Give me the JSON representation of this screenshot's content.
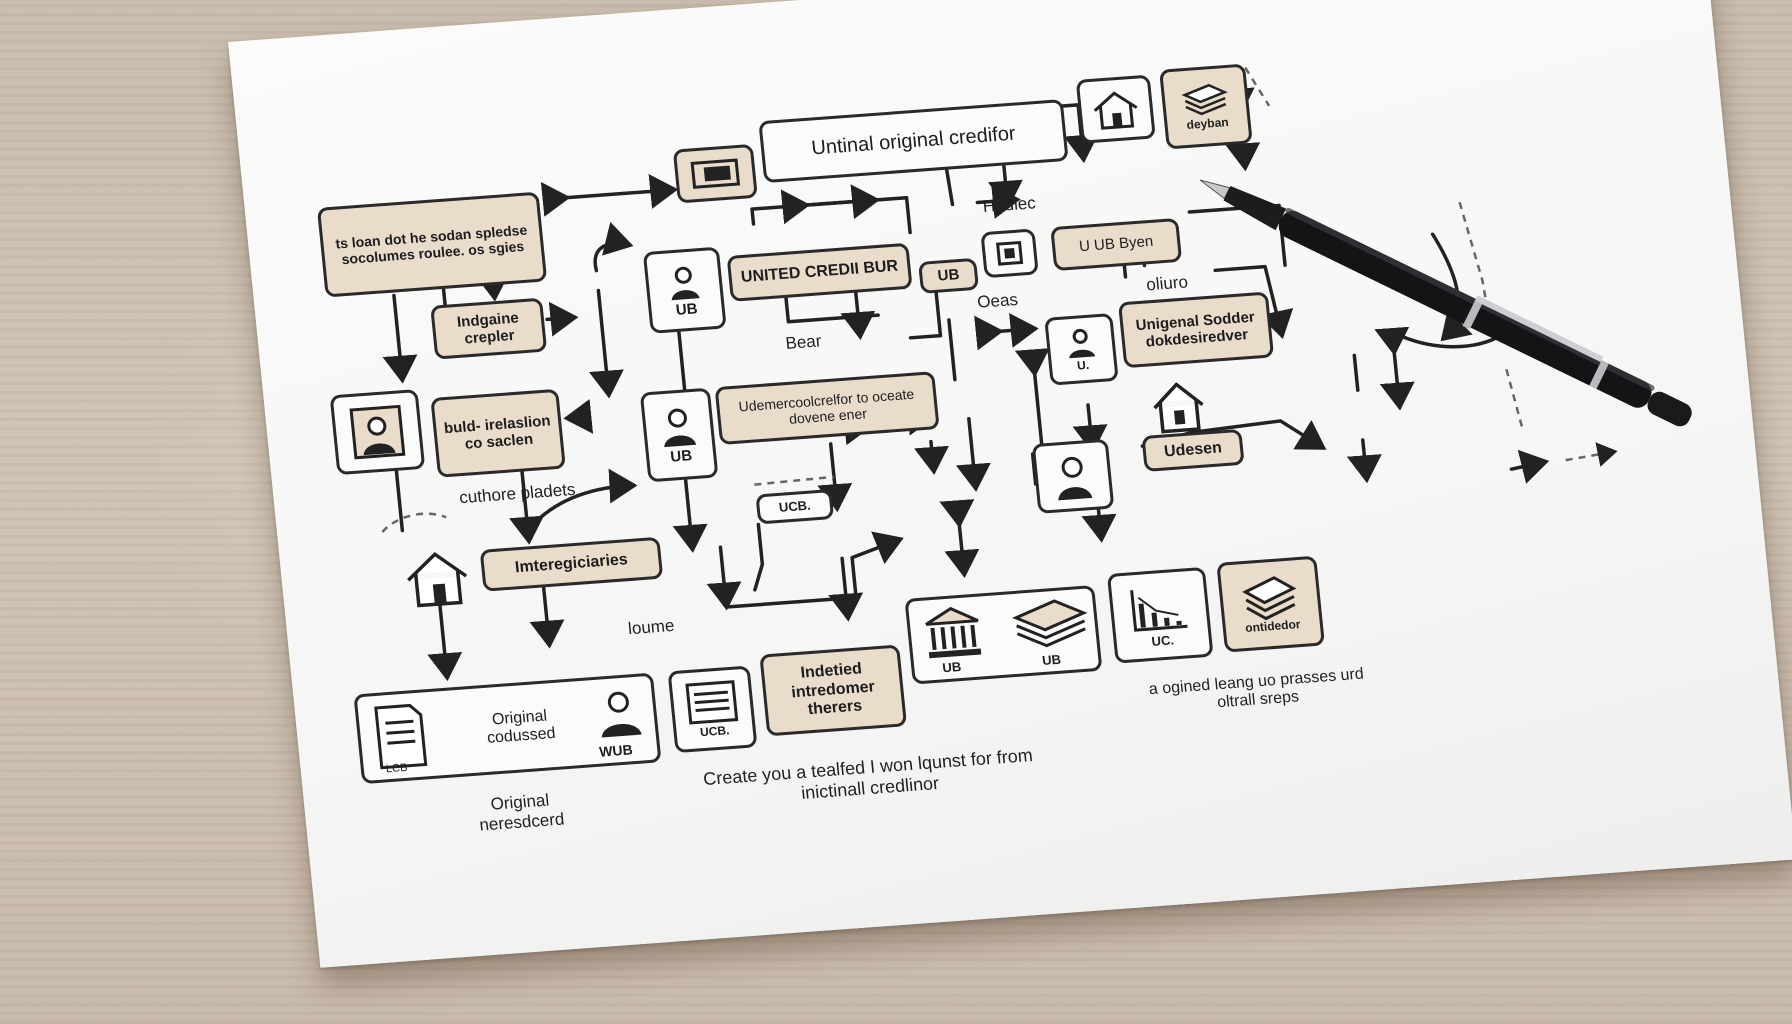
{
  "diagram": {
    "nodes": {
      "top_title": "Untinal original credifor",
      "left_note": "ts loan dot he sodan spledse socolumes roulee. os sgies",
      "indgaine": "Indgaine crepler",
      "buld_relation": "buld- irelaslion co saclen",
      "intermediaries": "Imteregiciaries",
      "united_credit": "UNITED CREDII BUR",
      "ub_byen": "U UB Byen",
      "center_note": "Udemercoolcrelfor to oceate dovene ener",
      "unigenal": "Unigenal Sodder dokdesiredver",
      "udesen": "Udesen",
      "original_codussed": "Original codussed",
      "indetied": "Indetied intredomer therers",
      "ontidedor": "ontidedor"
    },
    "badges": {
      "ub": "UB",
      "ub_bold": "UB",
      "ub_dot": "UCB.",
      "uc": "UC.",
      "u": "U.",
      "wub": "WUB",
      "lcb": "LCB",
      "ub_pill": "UB",
      "deyban": "deyban"
    },
    "labels": {
      "hedlec": "Hedlec",
      "oeas": "Oeas",
      "oliuro": "oliuro",
      "bear": "Bear",
      "cuthore_pladets": "cuthore pladets",
      "loume": "loume",
      "original_neresdcerd": "Original neresdcerd",
      "create_request": "Create you a tealfed I won lqunst for from inictinall credlinor",
      "ogined_leang": "a ogined leang uo prasses urd oltrall sreps"
    },
    "icons": [
      "person-icon",
      "house-icon",
      "bank-icon",
      "money-stack-icon",
      "document-icon",
      "chart-icon",
      "pen-icon"
    ]
  }
}
